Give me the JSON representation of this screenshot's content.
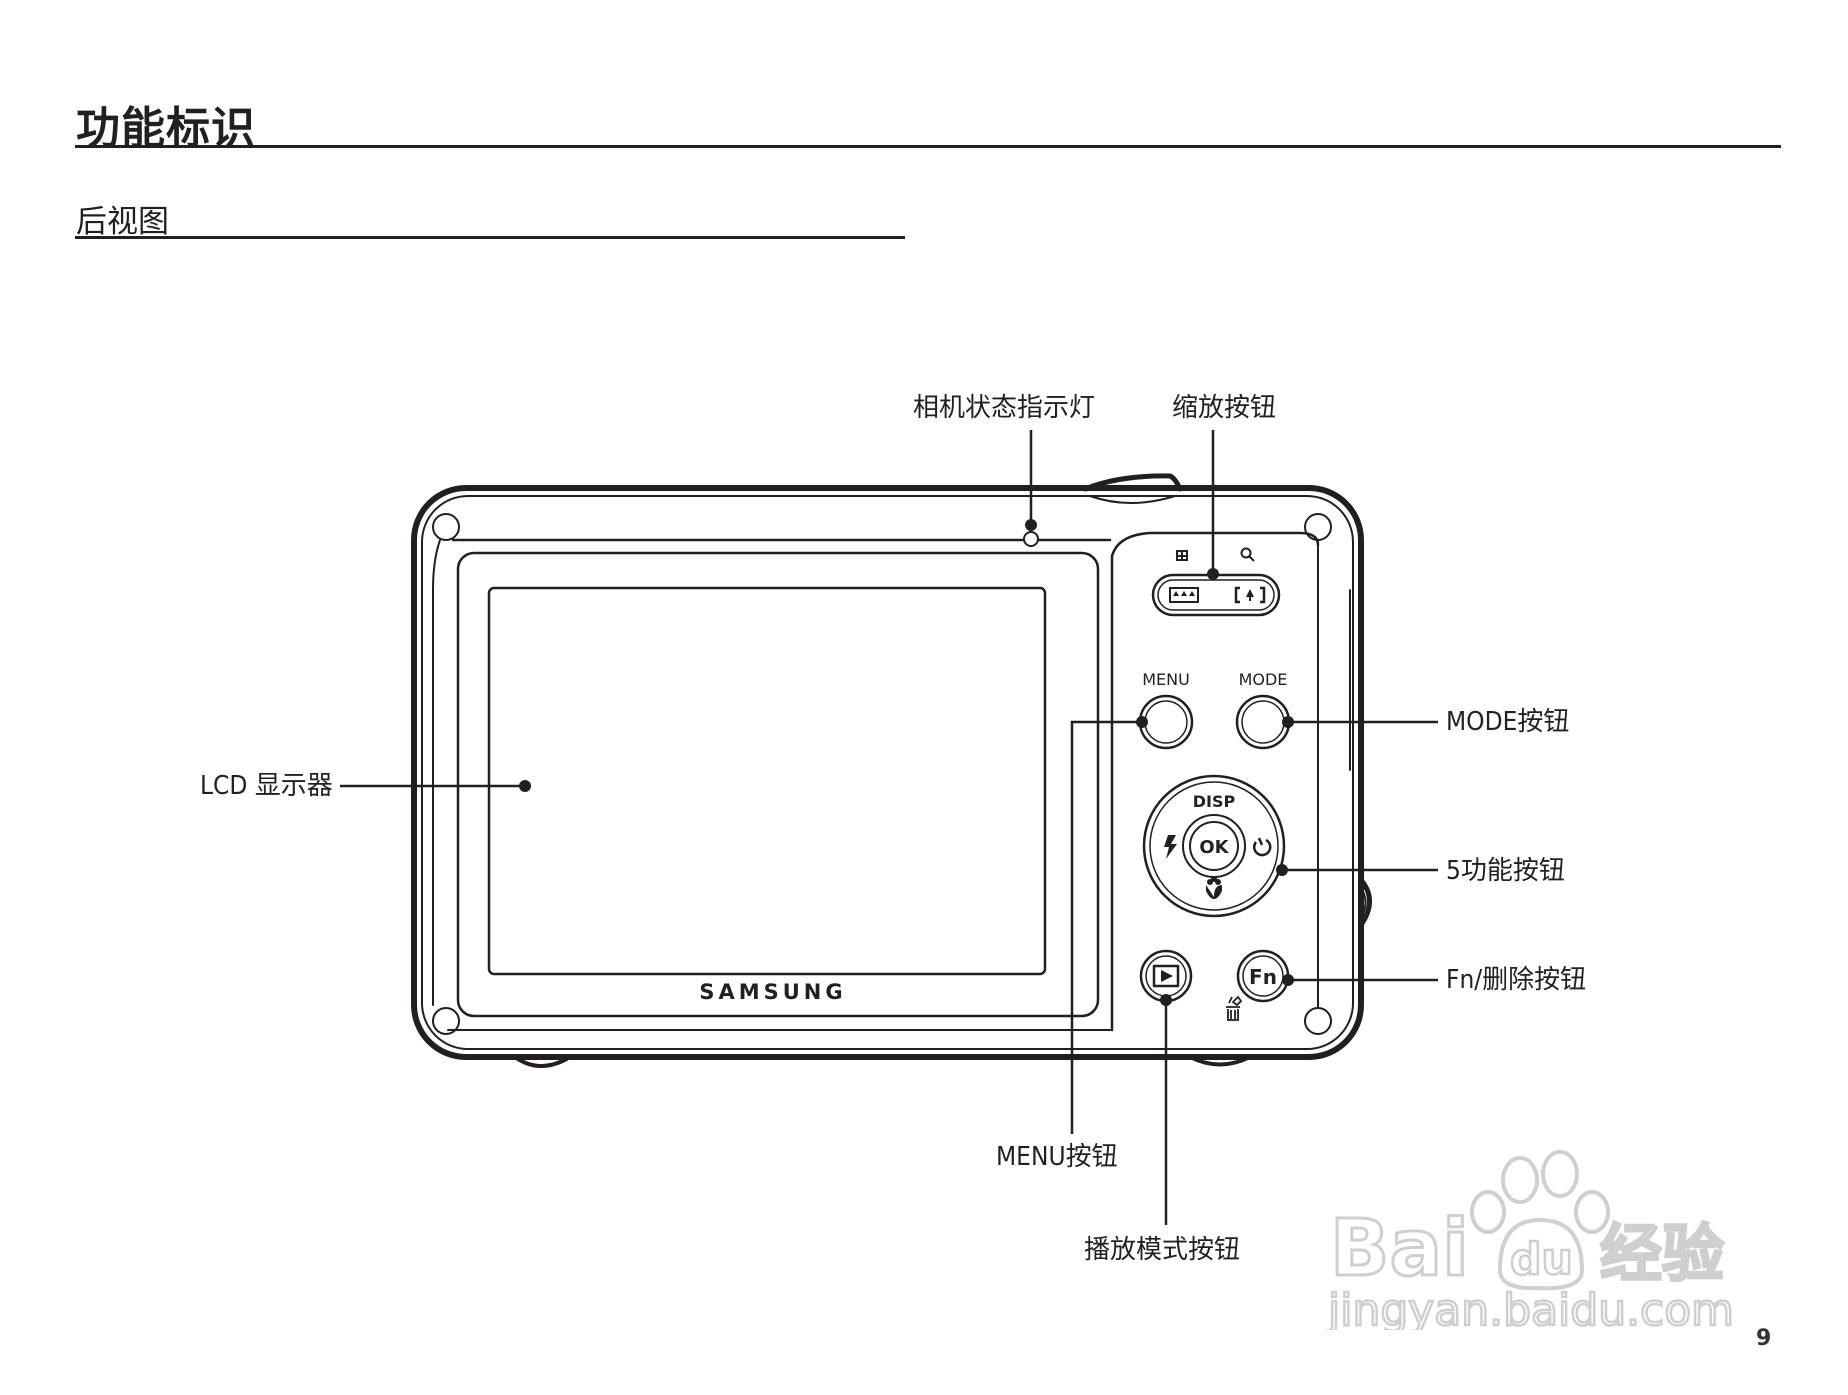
{
  "page": {
    "title": "功能标识",
    "section_title": "后视图",
    "page_number": "9"
  },
  "diagram": {
    "subject": "Samsung digital camera rear view",
    "brand": "SAMSUNG",
    "camera_labels": {
      "menu": "MENU",
      "mode": "MODE",
      "disp": "DISP",
      "ok": "OK",
      "fn": "Fn"
    },
    "callouts": [
      {
        "id": "status-lamp",
        "label": "相机状态指示灯"
      },
      {
        "id": "zoom-button",
        "label": "缩放按钮"
      },
      {
        "id": "lcd-display",
        "label": "LCD 显示器"
      },
      {
        "id": "mode-button",
        "label": "MODE按钮"
      },
      {
        "id": "five-function-button",
        "label": "5功能按钮"
      },
      {
        "id": "fn-delete-button",
        "label": "Fn/删除按钮"
      },
      {
        "id": "menu-button",
        "label": "MENU按钮"
      },
      {
        "id": "playback-button",
        "label": "播放模式按钮"
      }
    ],
    "icons": [
      "thumbnail-grid-icon",
      "magnifier-icon",
      "wide-trees-icon",
      "tele-tree-icon",
      "flash-icon",
      "self-timer-icon",
      "macro-flower-icon",
      "play-icon",
      "trash-icon"
    ]
  },
  "watermark": {
    "brand": "Bai du 经验",
    "url": "jingyan.baidu.com"
  },
  "colors": {
    "ink": "#231f20",
    "watermark": "#d9d9d9"
  }
}
